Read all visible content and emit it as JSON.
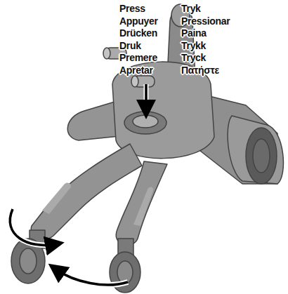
{
  "diagram": {
    "labels": [
      "Press",
      "Tryk",
      "Appuyer",
      "Pressionar",
      "Drücken",
      "Paina",
      "Druk",
      "Trykk",
      "Premere",
      "Tryck",
      "Apretar",
      "Πατήστε"
    ]
  }
}
